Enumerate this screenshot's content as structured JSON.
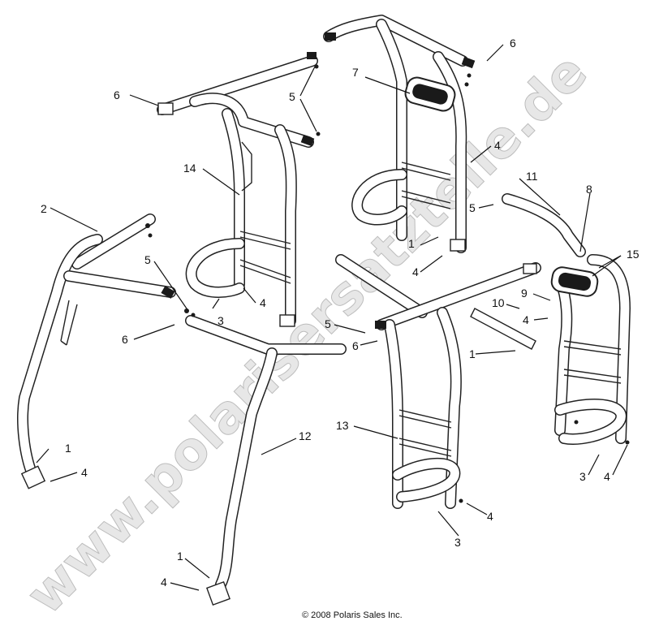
{
  "watermark": "www.polarisersatzteile.de",
  "copyright": "© 2008 Polaris Sales Inc.",
  "callouts": {
    "c1a": "1",
    "c1b": "1",
    "c1c": "1",
    "c1d": "1",
    "c2": "2",
    "c3a": "3",
    "c3b": "3",
    "c3c": "3",
    "c4a": "4",
    "c4b": "4",
    "c4c": "4",
    "c4d": "4",
    "c4e": "4",
    "c4f": "4",
    "c4g": "4",
    "c4h": "4",
    "c5a": "5",
    "c5b": "5",
    "c5c": "5",
    "c5d": "5",
    "c6a": "6",
    "c6b": "6",
    "c6c": "6",
    "c6d": "6",
    "c7": "7",
    "c8": "8",
    "c9": "9",
    "c10": "10",
    "c11": "11",
    "c12": "12",
    "c13": "13",
    "c14": "14",
    "c15": "15"
  }
}
